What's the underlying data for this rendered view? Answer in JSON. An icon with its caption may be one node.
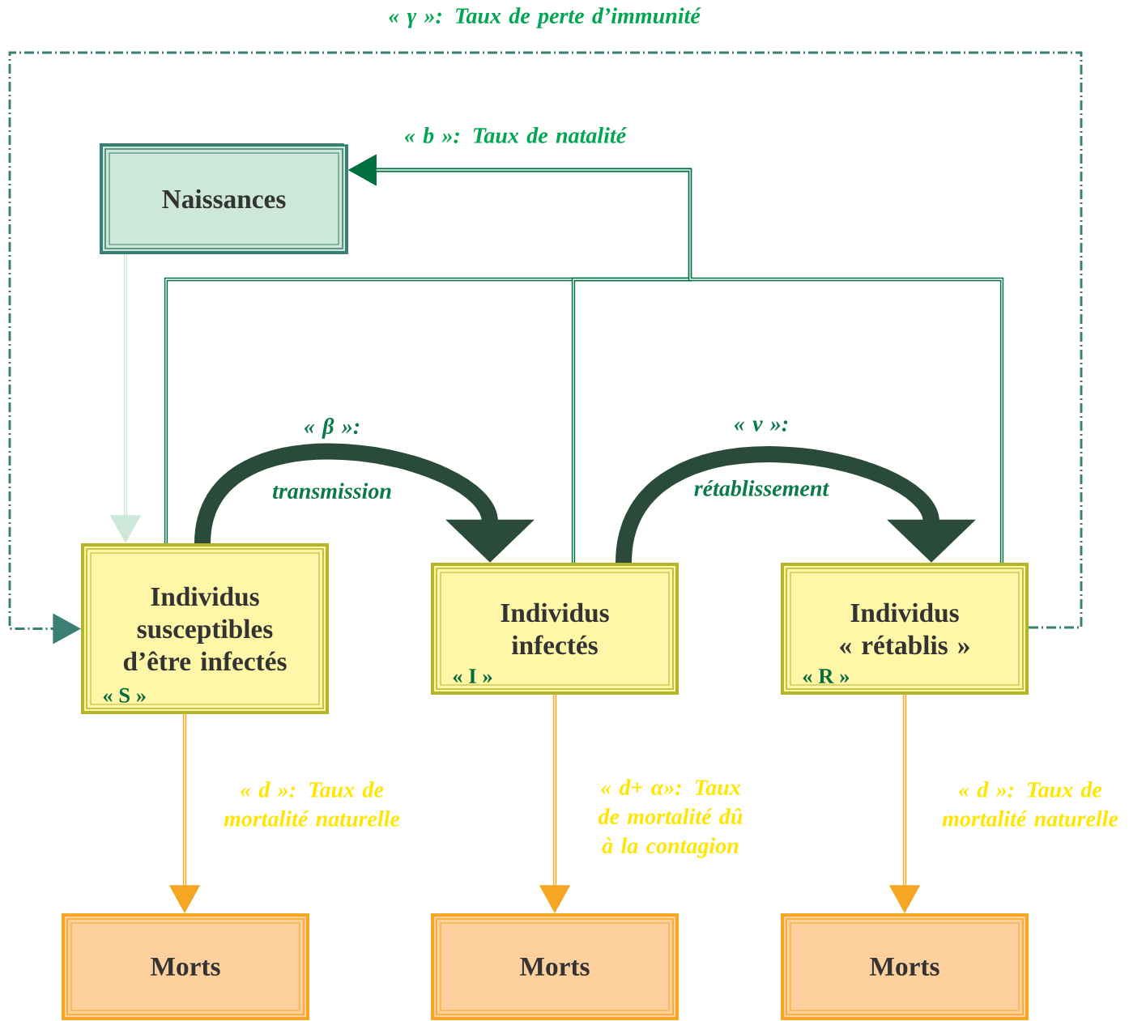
{
  "diagram": {
    "nodes": [
      {
        "text": [
          "Naissances"
        ]
      },
      {
        "text": [
          "Individus susceptibles d’être infectés",
          "« S »"
        ]
      },
      {
        "text": [
          "Individus infectés",
          "« I »"
        ]
      },
      {
        "text": [
          "Individus « rétablis »",
          "« R »"
        ]
      },
      {
        "text": [
          "Morts"
        ]
      },
      {
        "text": [
          "Morts"
        ]
      },
      {
        "text": [
          "Morts"
        ]
      }
    ],
    "edges": [
      {
        "from": 0,
        "to": 1,
        "arrow": "to",
        "color": "#cde8d8"
      },
      {
        "from": 1,
        "to": 0,
        "arrow": "to",
        "label": "« b »: Taux de natalité",
        "color": "#007040"
      },
      {
        "from": 2,
        "to": 0,
        "arrow": "to",
        "color": "#007040"
      },
      {
        "from": 3,
        "to": 0,
        "arrow": "to",
        "color": "#007040"
      },
      {
        "from": 1,
        "to": 2,
        "arrow": "to",
        "label": "« β »: transmission",
        "style": "thick",
        "color": "#2a4a3a"
      },
      {
        "from": 2,
        "to": 3,
        "arrow": "to",
        "label": "« ν »: rétablissement",
        "style": "thick",
        "color": "#2a4a3a"
      },
      {
        "from": 3,
        "to": 1,
        "arrow": "to",
        "label": "« γ »: Taux de perte d’immunité",
        "style": "dashed",
        "color": "#3a7f74"
      },
      {
        "from": 1,
        "to": 4,
        "arrow": "to",
        "label": "« d »: Taux de mortalité naturelle",
        "color": "#f5a623"
      },
      {
        "from": 2,
        "to": 5,
        "arrow": "to",
        "label": "« d+ α»: Taux de mortalité dû à la contagion",
        "color": "#f5a623"
      },
      {
        "from": 3,
        "to": 6,
        "arrow": "to",
        "label": "« d »: Taux de mortalité naturelle",
        "color": "#f5a623"
      }
    ]
  }
}
